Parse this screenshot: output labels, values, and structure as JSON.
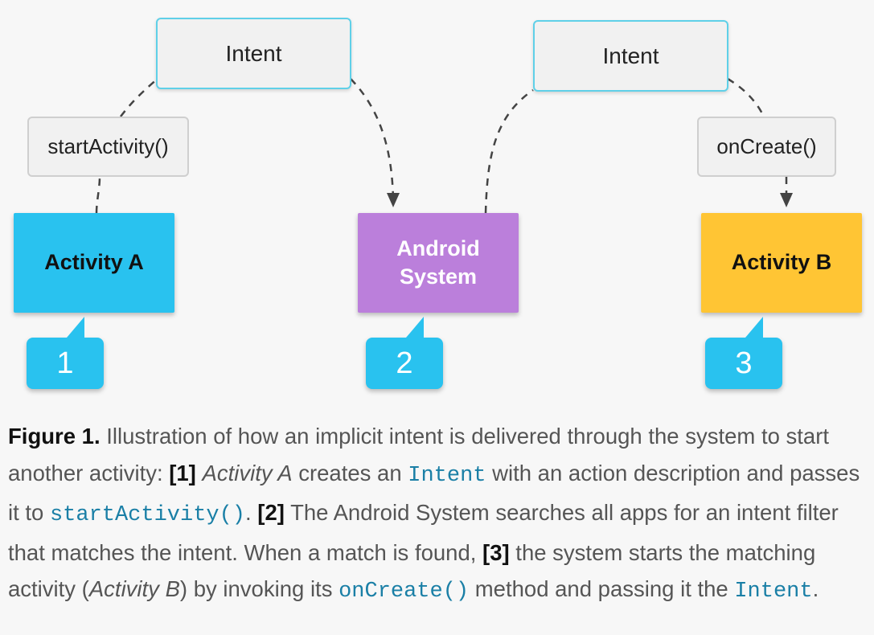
{
  "diagram": {
    "intent_left": "Intent",
    "intent_right": "Intent",
    "start_activity": "startActivity()",
    "on_create": "onCreate()",
    "activity_a": "Activity A",
    "android_system": "Android\nSystem",
    "activity_b": "Activity B",
    "steps": [
      "1",
      "2",
      "3"
    ]
  },
  "caption": {
    "figure_label": "Figure 1.",
    "intro": "Illustration of how an implicit intent is delivered through the system to start another activity: ",
    "step1": "[1]",
    "activity_a": "Activity A",
    "creates_an": " creates an ",
    "intent_code": "Intent",
    "with_action": " with an action description and passes it to ",
    "start_activity_code": "startActivity()",
    "dot1": ". ",
    "step2": "[2]",
    "android_text": " The Android System searches all apps for an intent filter that matches the intent. When a match is found, ",
    "step3": "[3]",
    "system_starts": " the system starts the matching activity (",
    "activity_b": "Activity B",
    "by_invoking": ") by invoking its ",
    "on_create_code": "onCreate()",
    "method_passing": " method and passing it the ",
    "intent_code_2": "Intent",
    "end": "."
  },
  "colors": {
    "intent_border": "#5fd0e8",
    "activity_a": "#29c2ef",
    "android_system": "#bb7fdb",
    "activity_b": "#ffc534",
    "step_bubble": "#29c2ef",
    "code_text": "#1a7fa6"
  }
}
